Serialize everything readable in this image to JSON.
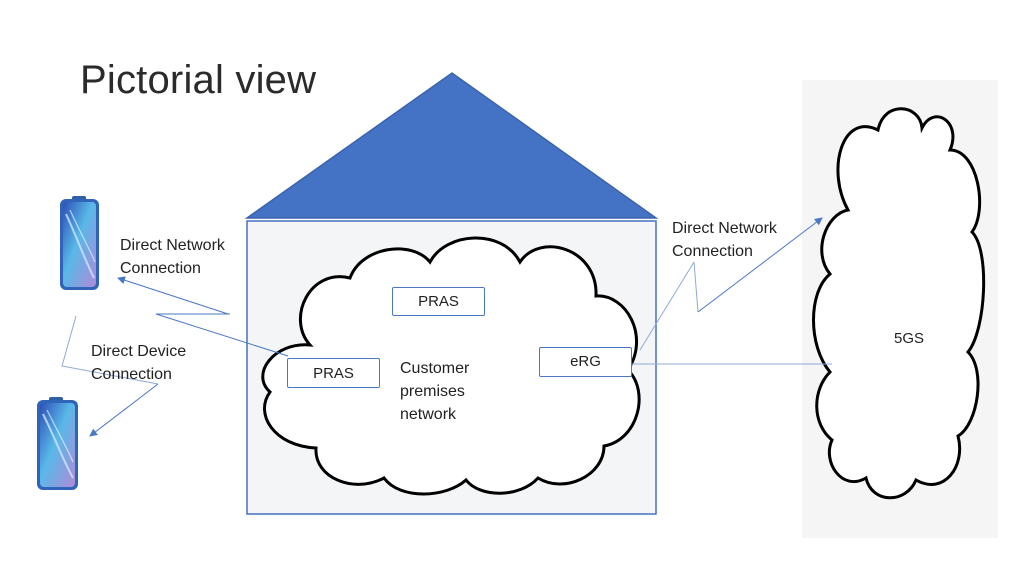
{
  "title": "Pictorial view",
  "labels": {
    "direct_network_left": [
      "Direct Network",
      "Connection"
    ],
    "direct_device": [
      "Direct Device",
      "Connection"
    ],
    "direct_network_right": [
      "Direct Network",
      "Connection"
    ],
    "customer_network": [
      "Customer",
      "premises",
      "network"
    ]
  },
  "nodes": {
    "pras_top": "PRAS",
    "pras_left": "PRAS",
    "erg": "eRG",
    "core": "5GS"
  },
  "colors": {
    "roof": "#4472c4",
    "house_wall": "#4472c4",
    "house_fill": "#f4f5f6",
    "arrow": "#4a78c6",
    "phone_body": "#3a7fd4",
    "core_panel": "#f5f5f5"
  },
  "icons": [
    "smartphone-icon",
    "smartphone-icon"
  ]
}
